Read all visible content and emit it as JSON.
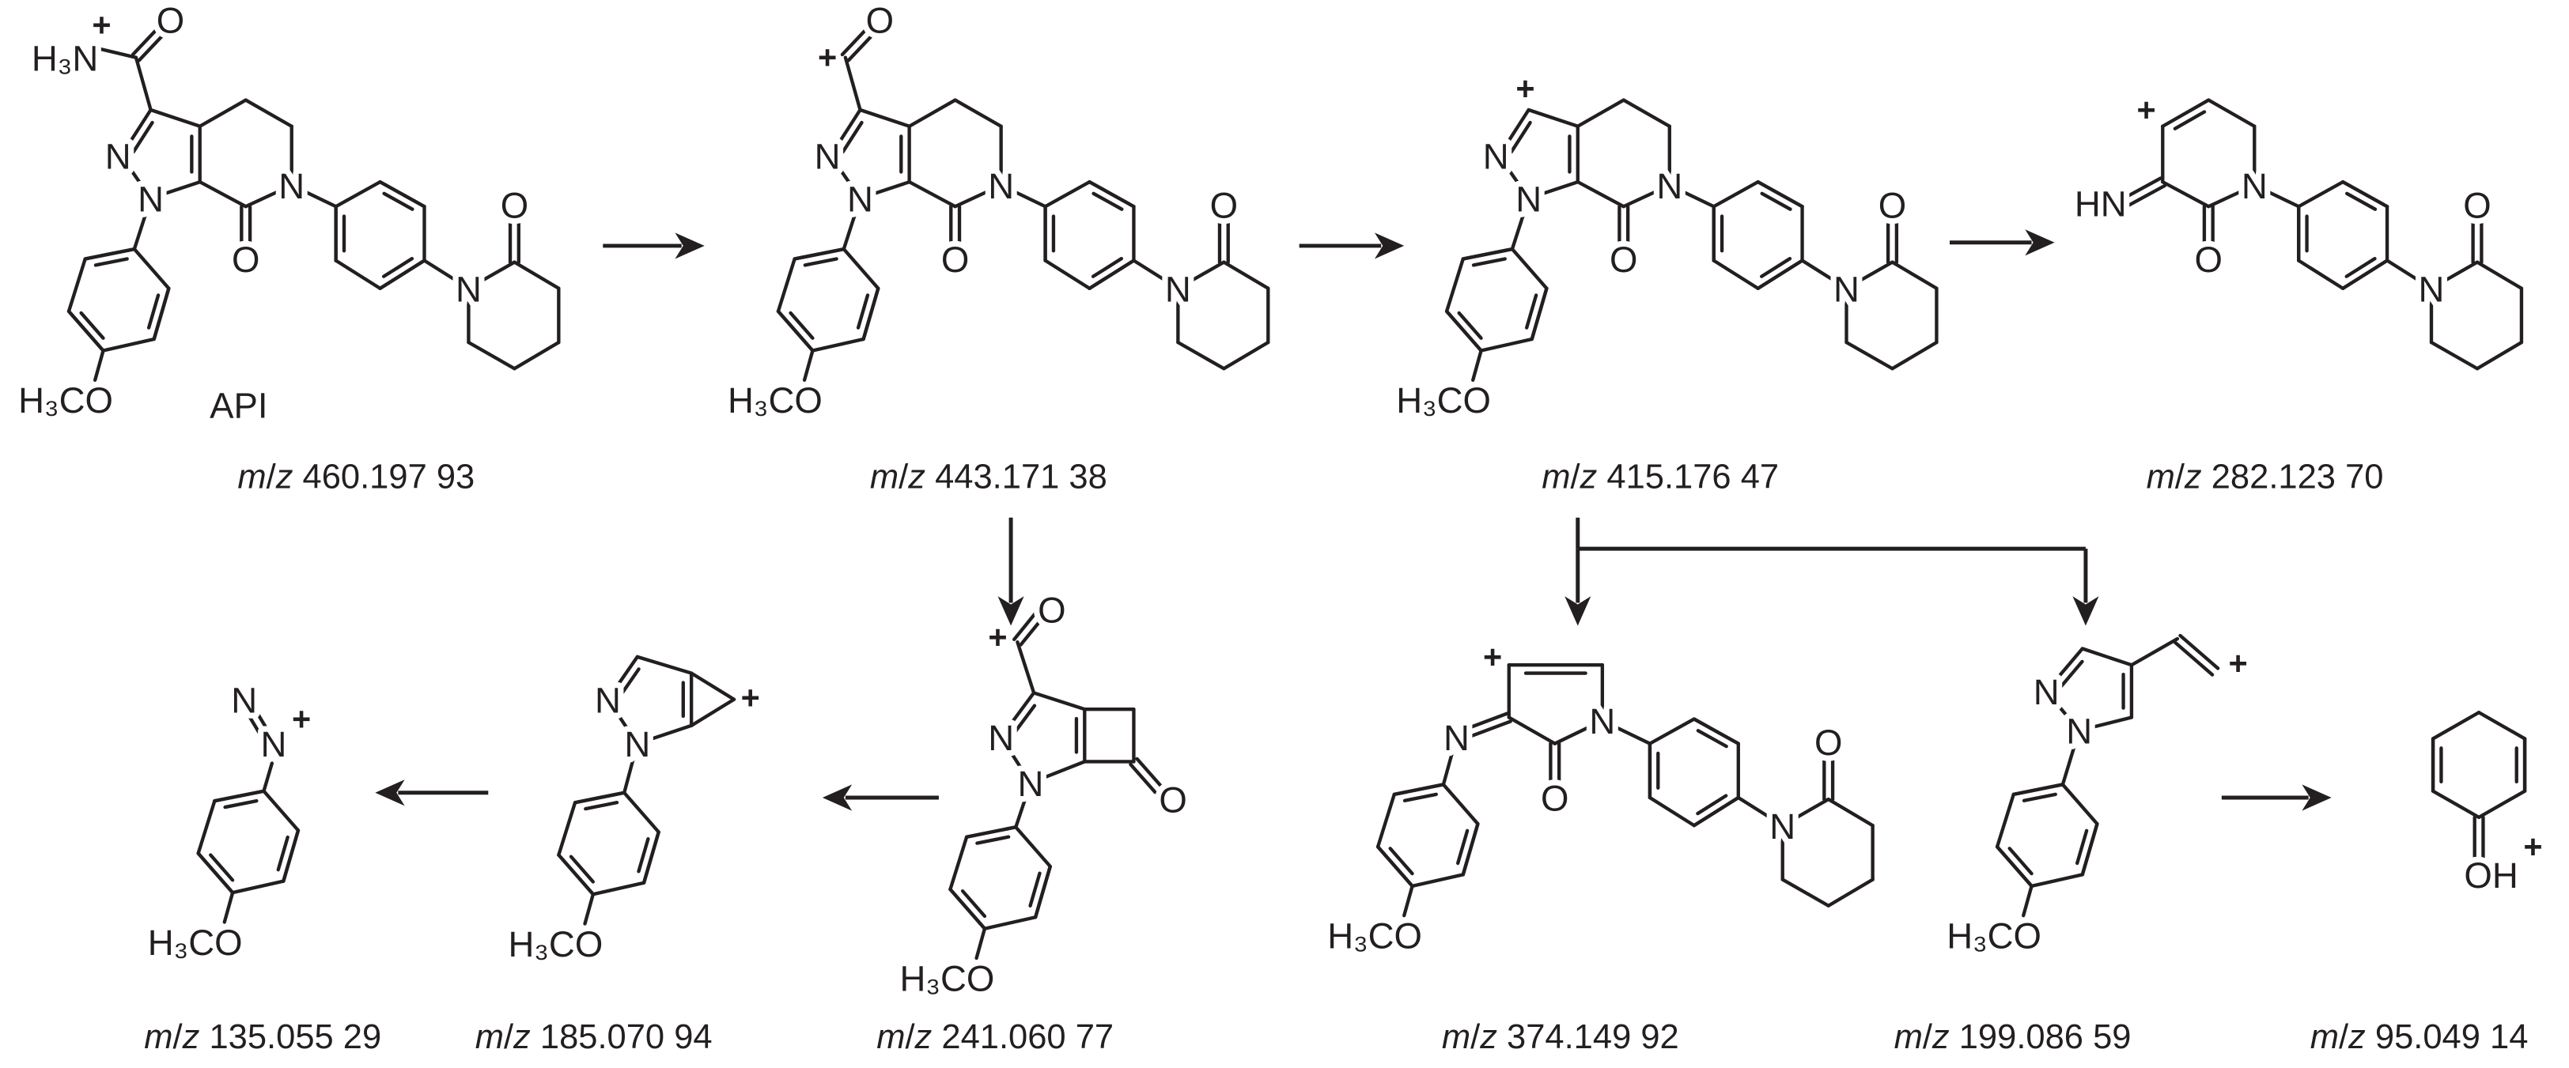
{
  "atoms": {
    "N": "N",
    "O": "O",
    "H3N": "H₃N",
    "H3CO": "H₃CO",
    "HN": "HN",
    "OH": "OH",
    "plus": "+"
  },
  "mz_symbol": {
    "m": "m",
    "slash": "/",
    "z": "z"
  },
  "compounds": [
    {
      "id": "api",
      "name": "API",
      "mz": "460.197 93"
    },
    {
      "id": "f443",
      "mz": "443.171 38"
    },
    {
      "id": "f415",
      "mz": "415.176 47"
    },
    {
      "id": "f282",
      "mz": "282.123 70"
    },
    {
      "id": "f135",
      "mz": "135.055 29"
    },
    {
      "id": "f185",
      "mz": "185.070 94"
    },
    {
      "id": "f241",
      "mz": "241.060 77"
    },
    {
      "id": "f374",
      "mz": "374.149 92"
    },
    {
      "id": "f199",
      "mz": "199.086 59"
    },
    {
      "id": "f95",
      "mz": "95.049 14"
    }
  ],
  "colors": {
    "ink": "#231f20",
    "background": "#ffffff"
  }
}
